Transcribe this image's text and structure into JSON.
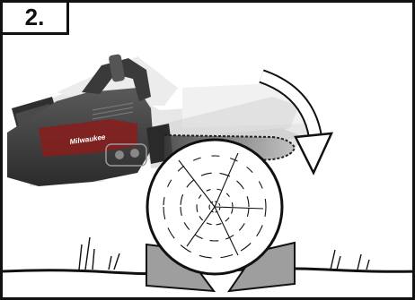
{
  "step": {
    "number": "2."
  },
  "saw": {
    "brand": "Milwaukee",
    "brand_color": "#8a1c1c"
  },
  "log": {
    "wood_color": "#ffffff",
    "outline_color": "#111111"
  },
  "wedges": {
    "color": "#9e9e9e"
  },
  "arrow": {
    "direction": "clockwise"
  }
}
